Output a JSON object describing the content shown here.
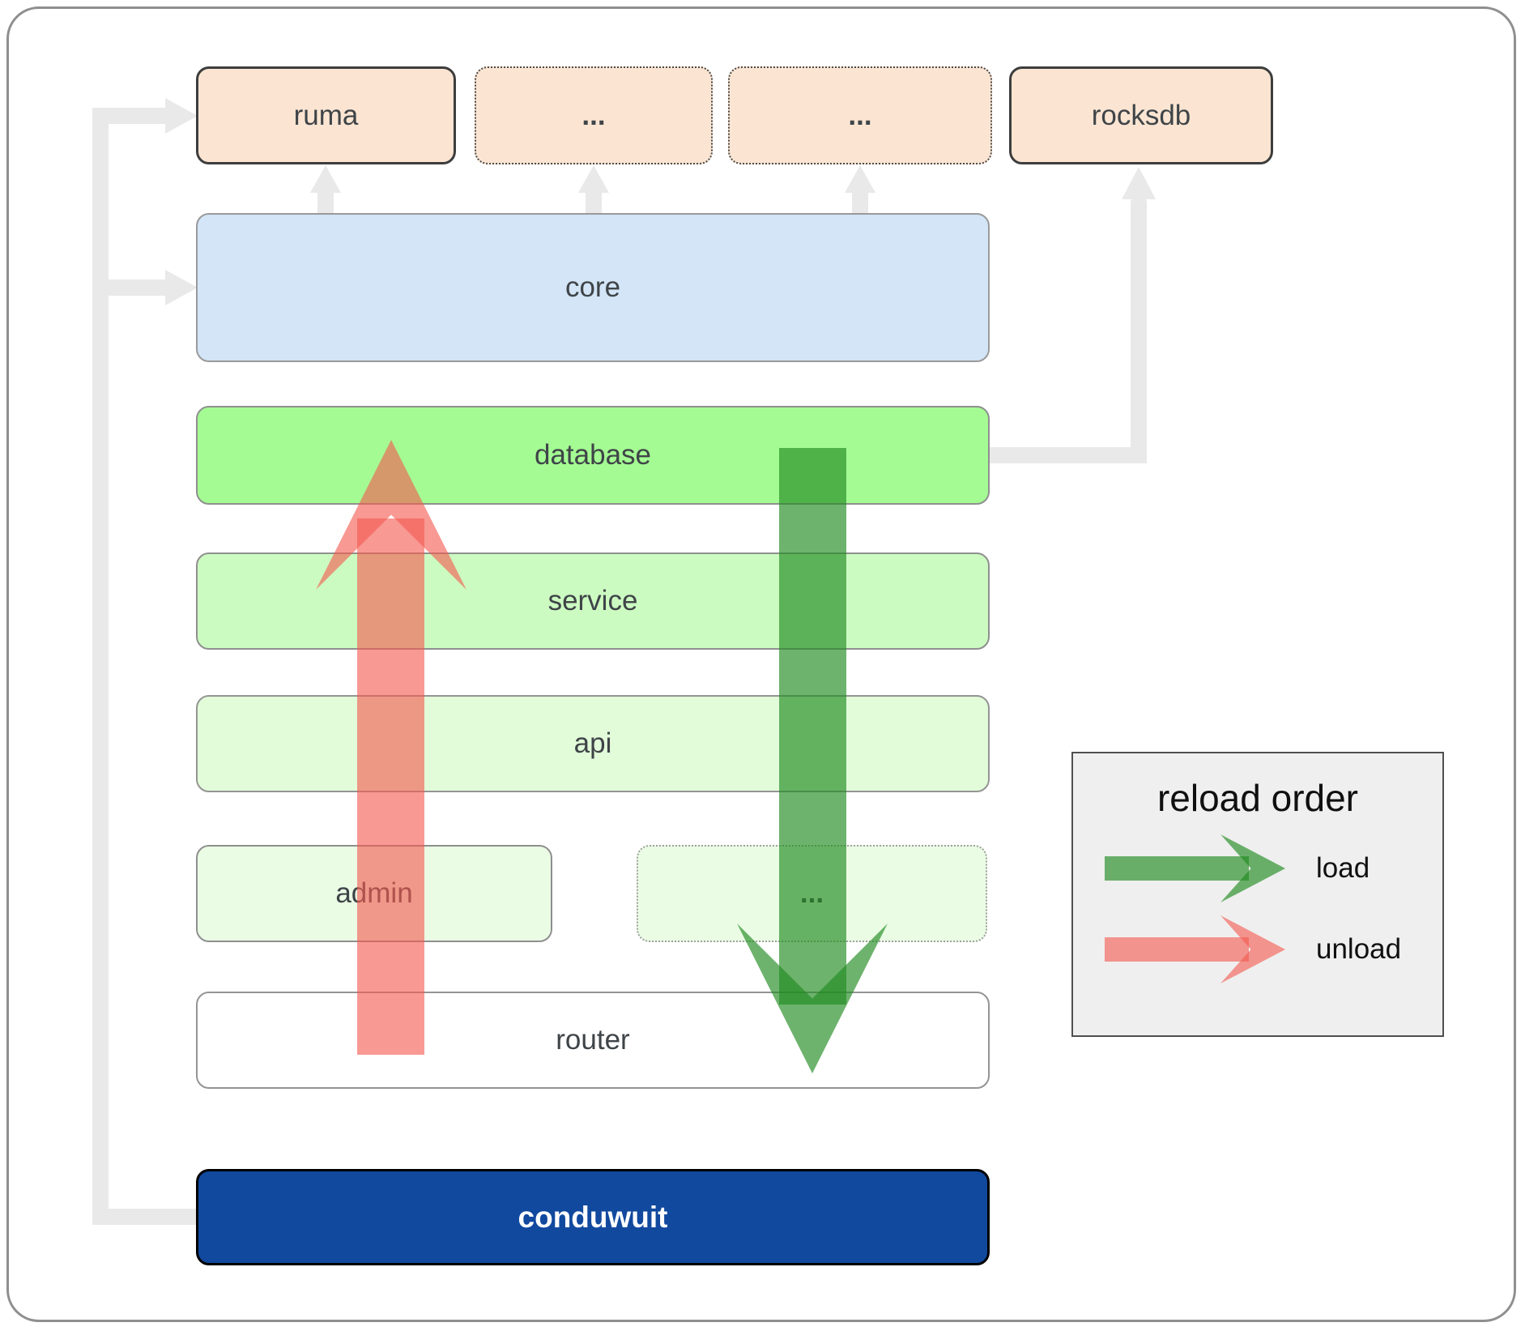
{
  "nodes": {
    "ruma": "ruma",
    "ellipsis_top_1": "...",
    "ellipsis_top_2": "...",
    "rocksdb": "rocksdb",
    "core": "core",
    "database": "database",
    "service": "service",
    "api": "api",
    "admin": "admin",
    "ellipsis_bottom": "...",
    "router": "router",
    "conduwuit": "conduwuit"
  },
  "legend": {
    "title": "reload order",
    "load": "load",
    "unload": "unload"
  },
  "colors": {
    "peach": "#fbe5d2",
    "core_blue": "#d3e5f7",
    "database_green": "#a4fb93",
    "service_green": "#ccfbc1",
    "api_green": "#e2fcda",
    "admin_green": "#ebfce5",
    "conduwuit_blue": "#11499e",
    "connector_gray": "#e9e9e9",
    "legend_bg": "#efefef",
    "load_green": "rgba(34,140,34,0.66)",
    "unload_red": "rgba(243,91,81,0.62)"
  }
}
